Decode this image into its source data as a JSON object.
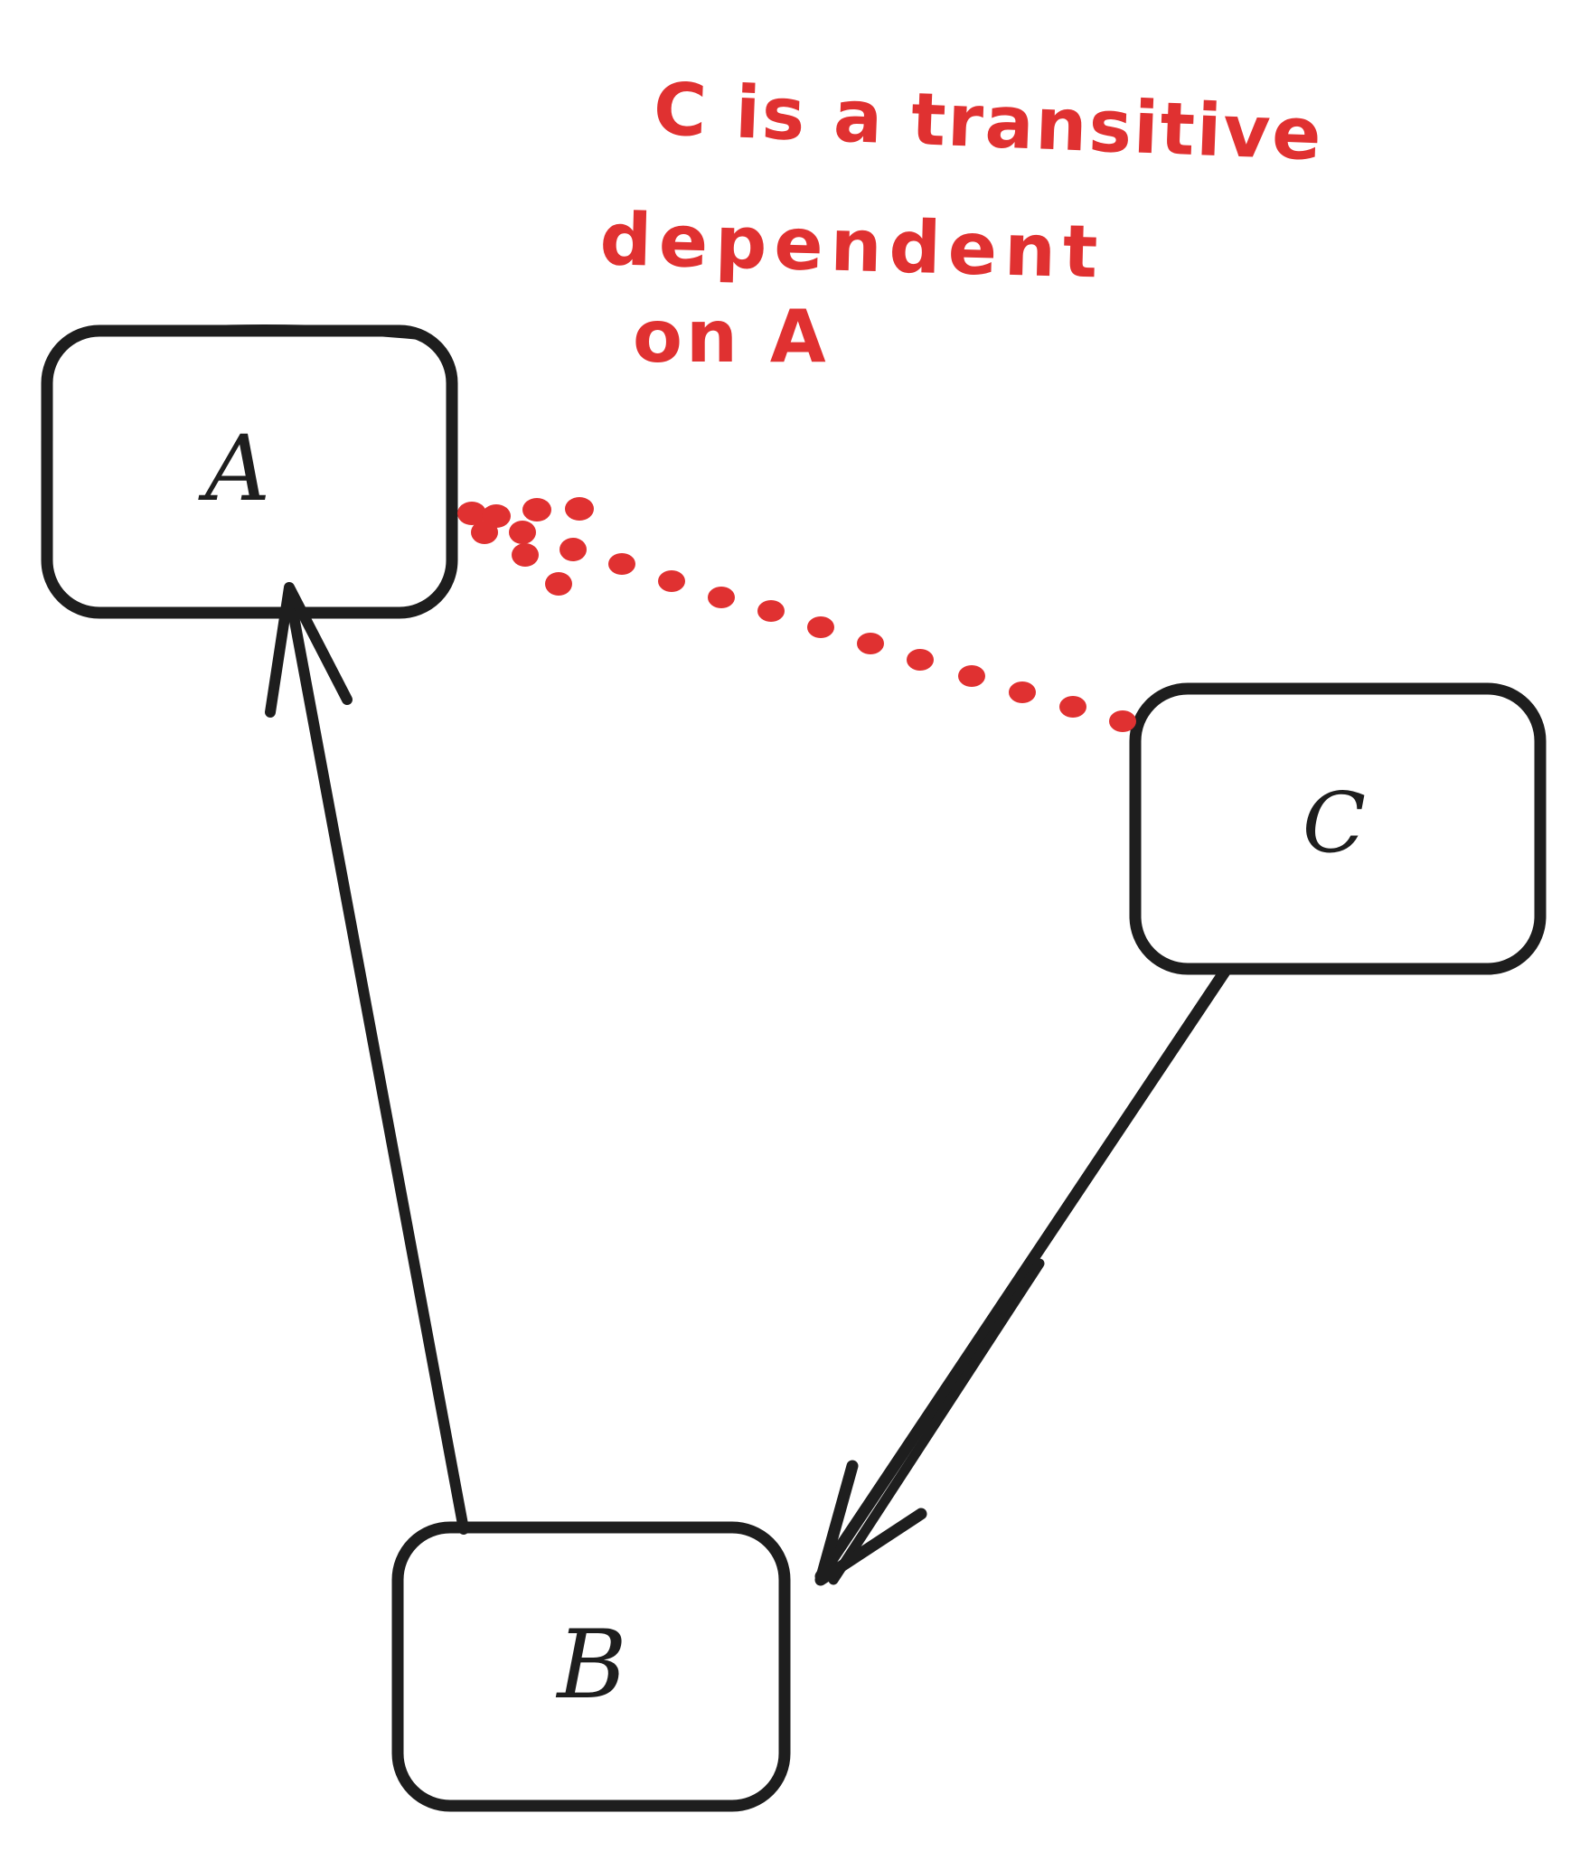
{
  "diagram": {
    "type": "hand-drawn dependency graph",
    "background": "#ffffff"
  },
  "colors": {
    "ink": "#1e1e1e",
    "accent_red": "#e03131"
  },
  "annotation": {
    "color": "#e03131",
    "line1": "C is a transitive",
    "line2": "dependent",
    "line3": "on A"
  },
  "nodes": {
    "a": {
      "label": "A"
    },
    "b": {
      "label": "B"
    },
    "c": {
      "label": "C"
    }
  },
  "edges": [
    {
      "id": "b-to-a",
      "from": "B",
      "to": "A",
      "style": "solid",
      "arrowhead": "at A",
      "color": "#1e1e1e"
    },
    {
      "id": "c-to-b",
      "from": "C",
      "to": "B",
      "style": "solid",
      "arrowhead": "at B",
      "color": "#1e1e1e"
    },
    {
      "id": "a-to-c",
      "from": "A",
      "to": "C",
      "style": "dotted",
      "arrowhead": "none",
      "color": "#e03131"
    }
  ]
}
